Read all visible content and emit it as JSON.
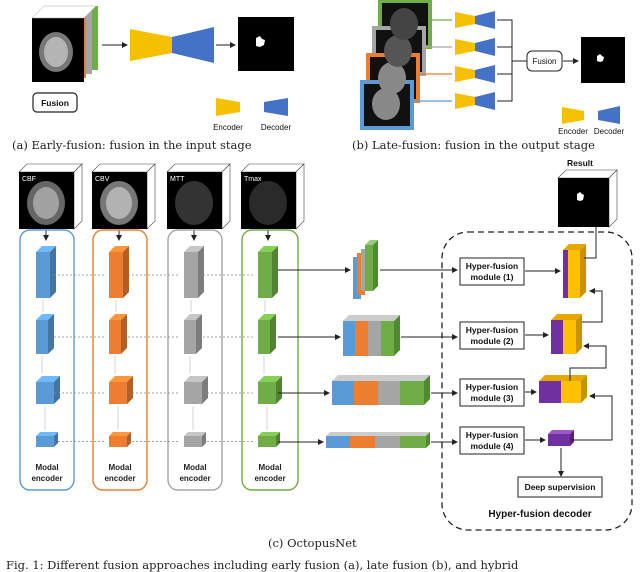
{
  "panel_a": {
    "fusion_label": "Fusion",
    "encoder_label": "Encoder",
    "decoder_label": "Decoder",
    "caption": "(a) Early-fusion: fusion in the input stage"
  },
  "panel_b": {
    "fusion_label": "Fusion",
    "encoder_label": "Encoder",
    "decoder_label": "Decoder",
    "caption": "(b) Late-fusion: fusion in the output stage"
  },
  "panel_c": {
    "modalities": [
      "CBF",
      "CBV",
      "MTT",
      "Tmax"
    ],
    "modal_encoder_label": [
      "Modal",
      "encoder"
    ],
    "result_label": "Result",
    "hyper_modules": [
      [
        "Hyper-fusion",
        "module (1)"
      ],
      [
        "Hyper-fusion",
        "module (2)"
      ],
      [
        "Hyper-fusion",
        "module (3)"
      ],
      [
        "Hyper-fusion",
        "module (4)"
      ]
    ],
    "deep_supervision_label": "Deep supervision",
    "decoder_label": "Hyper-fusion decoder",
    "caption": "(c) OctopusNet"
  },
  "footer_text": "Fig. 1: Different fusion approaches including early fusion (a), late fusion (b), and hybrid",
  "colors": {
    "blue": "#5b9bd5",
    "orange": "#ed7d31",
    "gray": "#a5a5a5",
    "green": "#70ad47",
    "encoder_yellow": "#f5c000",
    "decoder_blue": "#4472c4",
    "purple": "#7030a0",
    "gold": "#ffc000"
  }
}
